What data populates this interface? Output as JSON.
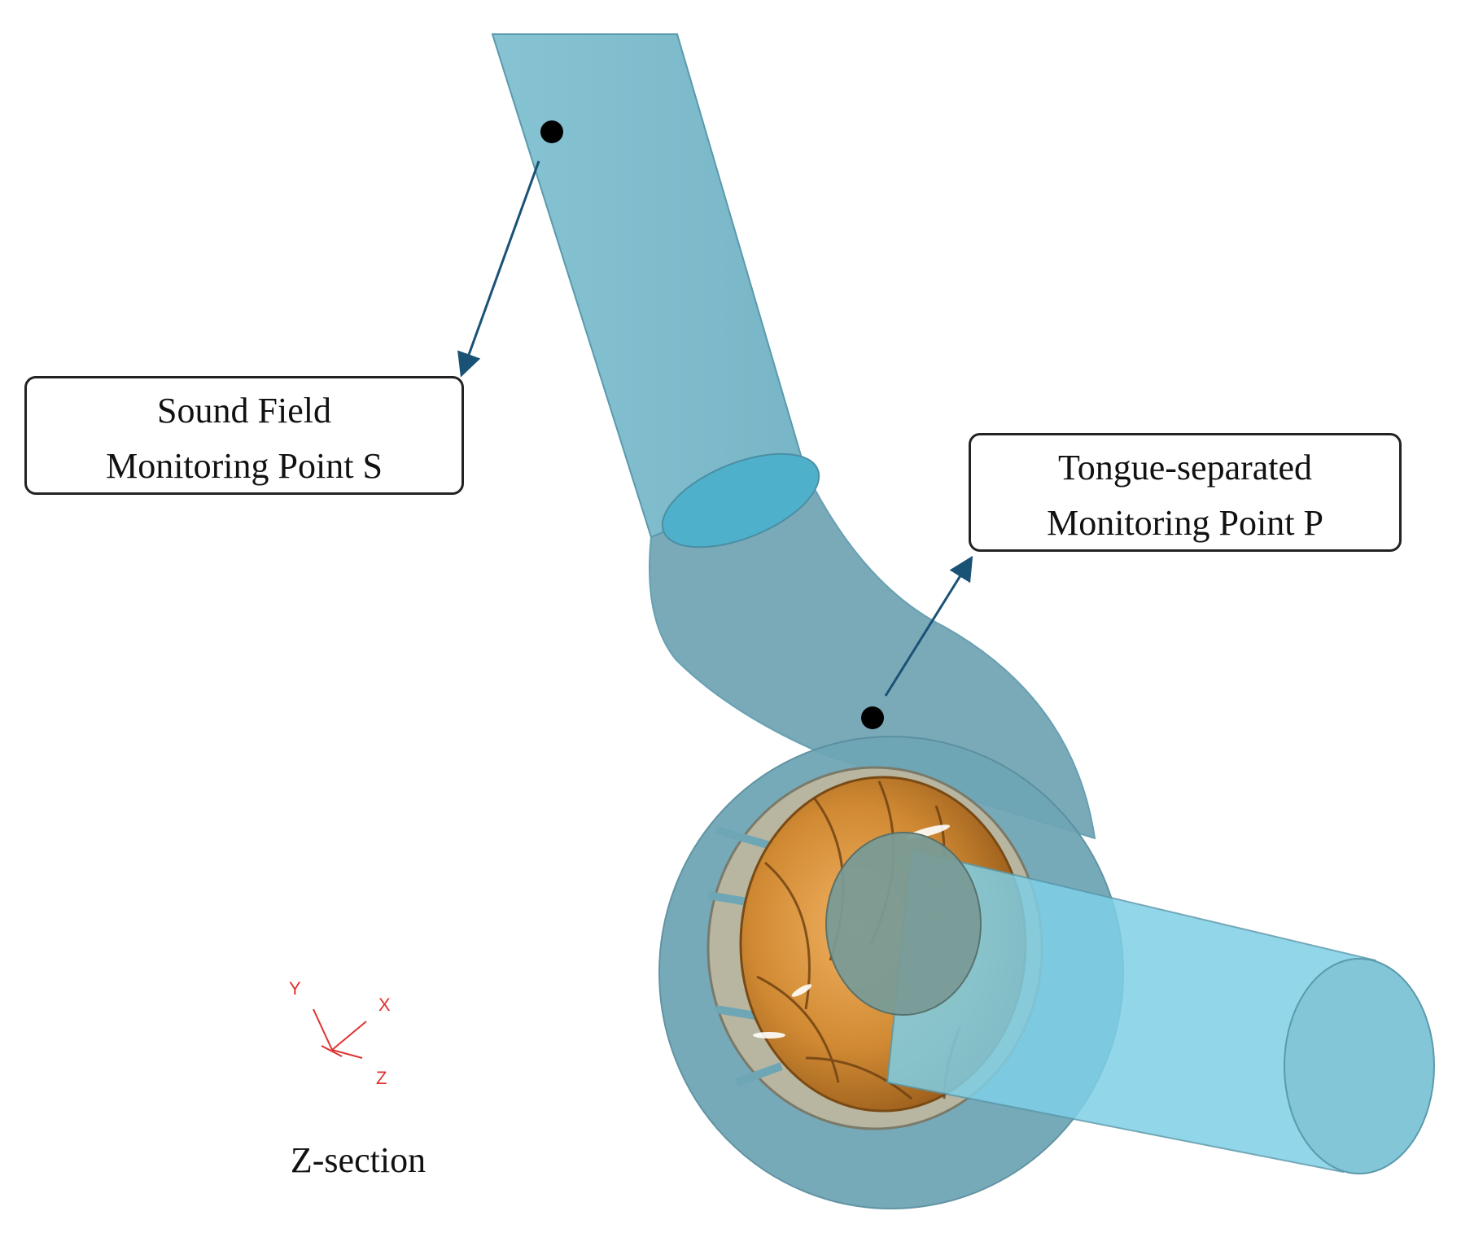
{
  "callouts": {
    "sound_field": {
      "line1": "Sound Field",
      "line2": "Monitoring Point S"
    },
    "tongue": {
      "line1": "Tongue-separated",
      "line2": "Monitoring Point P"
    }
  },
  "section_label": "Z-section",
  "axes": {
    "x": "X",
    "y": "Y",
    "z": "Z"
  },
  "colors": {
    "pipe": "#7fc0d0",
    "volute": "#6fa6b6",
    "impeller": "#d18a33",
    "vanes": "#b8b6a0",
    "arrow": "#1a5276",
    "marker": "#000000",
    "axis": "#e03030"
  }
}
